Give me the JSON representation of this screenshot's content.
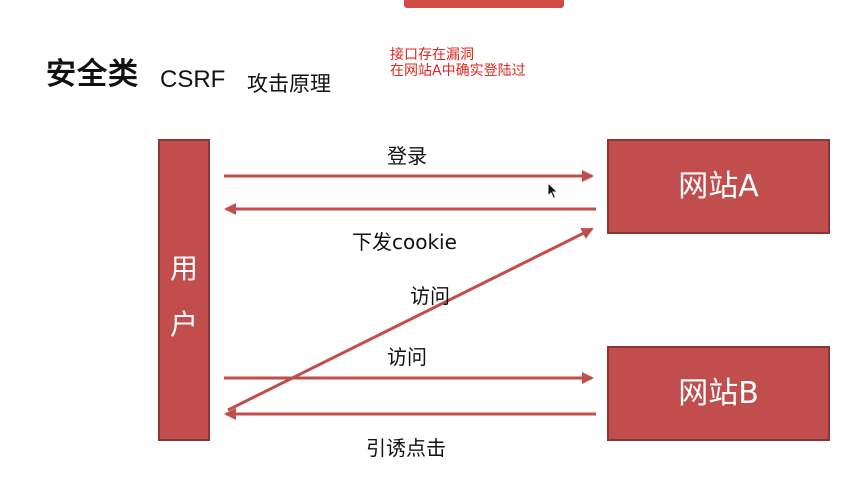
{
  "heading": "安全类",
  "subheading_en": "CSRF",
  "subheading_cn": "攻击原理",
  "annotation": {
    "line1": "接口存在漏洞",
    "line2": "在网站A中确实登陆过"
  },
  "nodes": {
    "user_chars": [
      "用",
      "户"
    ],
    "site_a": "网站A",
    "site_b": "网站B"
  },
  "edges": {
    "login": "登录",
    "cookie": "下发cookie",
    "visit_a": "访问",
    "visit_b": "访问",
    "lure": "引诱点击"
  },
  "colors": {
    "box_fill": "#c14e4d",
    "arrow": "#c14e4d",
    "annotation_text": "#e0251d"
  },
  "icons": [
    "pointer-cursor-icon"
  ]
}
